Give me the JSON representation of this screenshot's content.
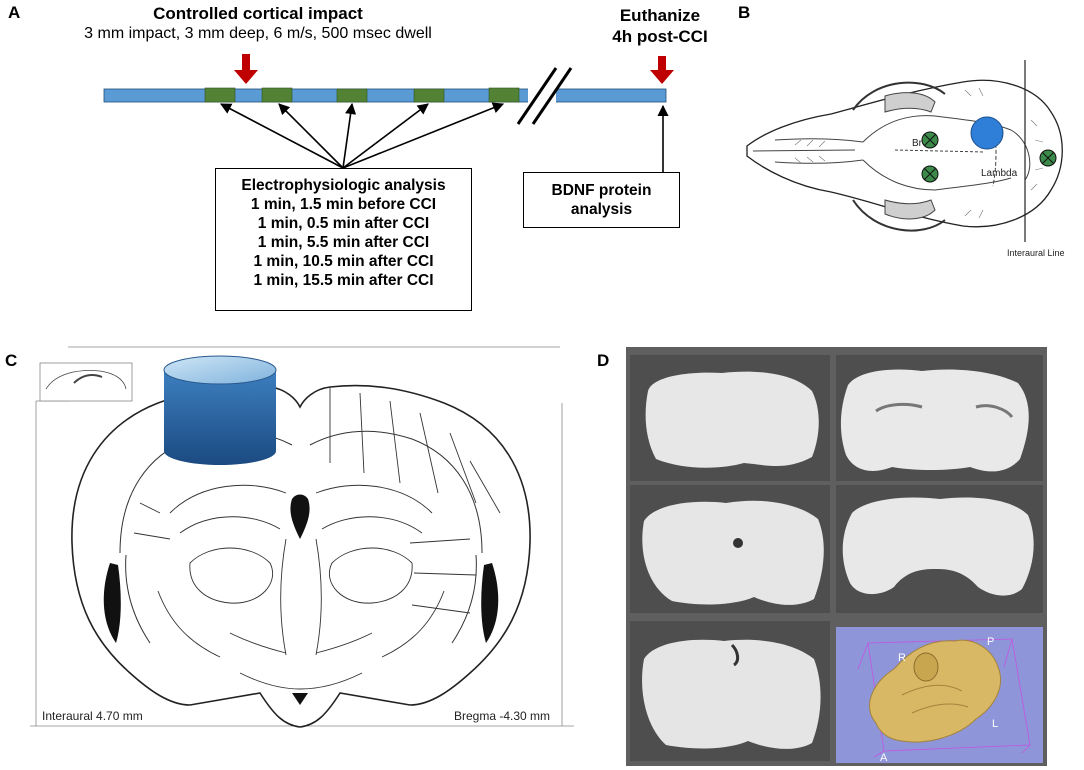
{
  "panels": {
    "a": "A",
    "b": "B",
    "c": "C",
    "d": "D"
  },
  "panel_a": {
    "impact_title": "Controlled cortical impact",
    "impact_params": "3 mm impact, 3 mm deep, 6 m/s, 500 msec dwell",
    "euthanize_line1": "Euthanize",
    "euthanize_line2": "4h post-CCI",
    "ephys_lines": [
      "Electrophysiologic analysis",
      "1 min, 1.5 min before CCI",
      "1 min, 0.5 min after CCI",
      "1 min, 5.5 min after CCI",
      "1 min, 10.5 min after CCI",
      "1 min, 15.5 min after CCI"
    ],
    "bdnf_lines": [
      "BDNF protein",
      "analysis"
    ],
    "colors": {
      "timeline": "#5b9bd5",
      "recording_block": "#548235",
      "arrow": "#c00000"
    }
  },
  "panel_b": {
    "label_bregma": "Br",
    "label_lambda": "Lambda",
    "label_interaural": "Interaural Line",
    "colors": {
      "impact_site": "#2f7fd8",
      "electrode": "#3c8a4a"
    }
  },
  "panel_c": {
    "label_interaural": "Interaural 4.70 mm",
    "label_bregma": "Bregma -4.30 mm",
    "colors": {
      "impactor": "#2a67a8"
    }
  },
  "panel_d": {
    "axis_labels": {
      "r": "R",
      "p": "P",
      "l": "L",
      "a": "A"
    },
    "colors": {
      "background": "#5f5f5f",
      "render_bg": "#8f95d9",
      "brain3d": "#d8b765"
    }
  }
}
